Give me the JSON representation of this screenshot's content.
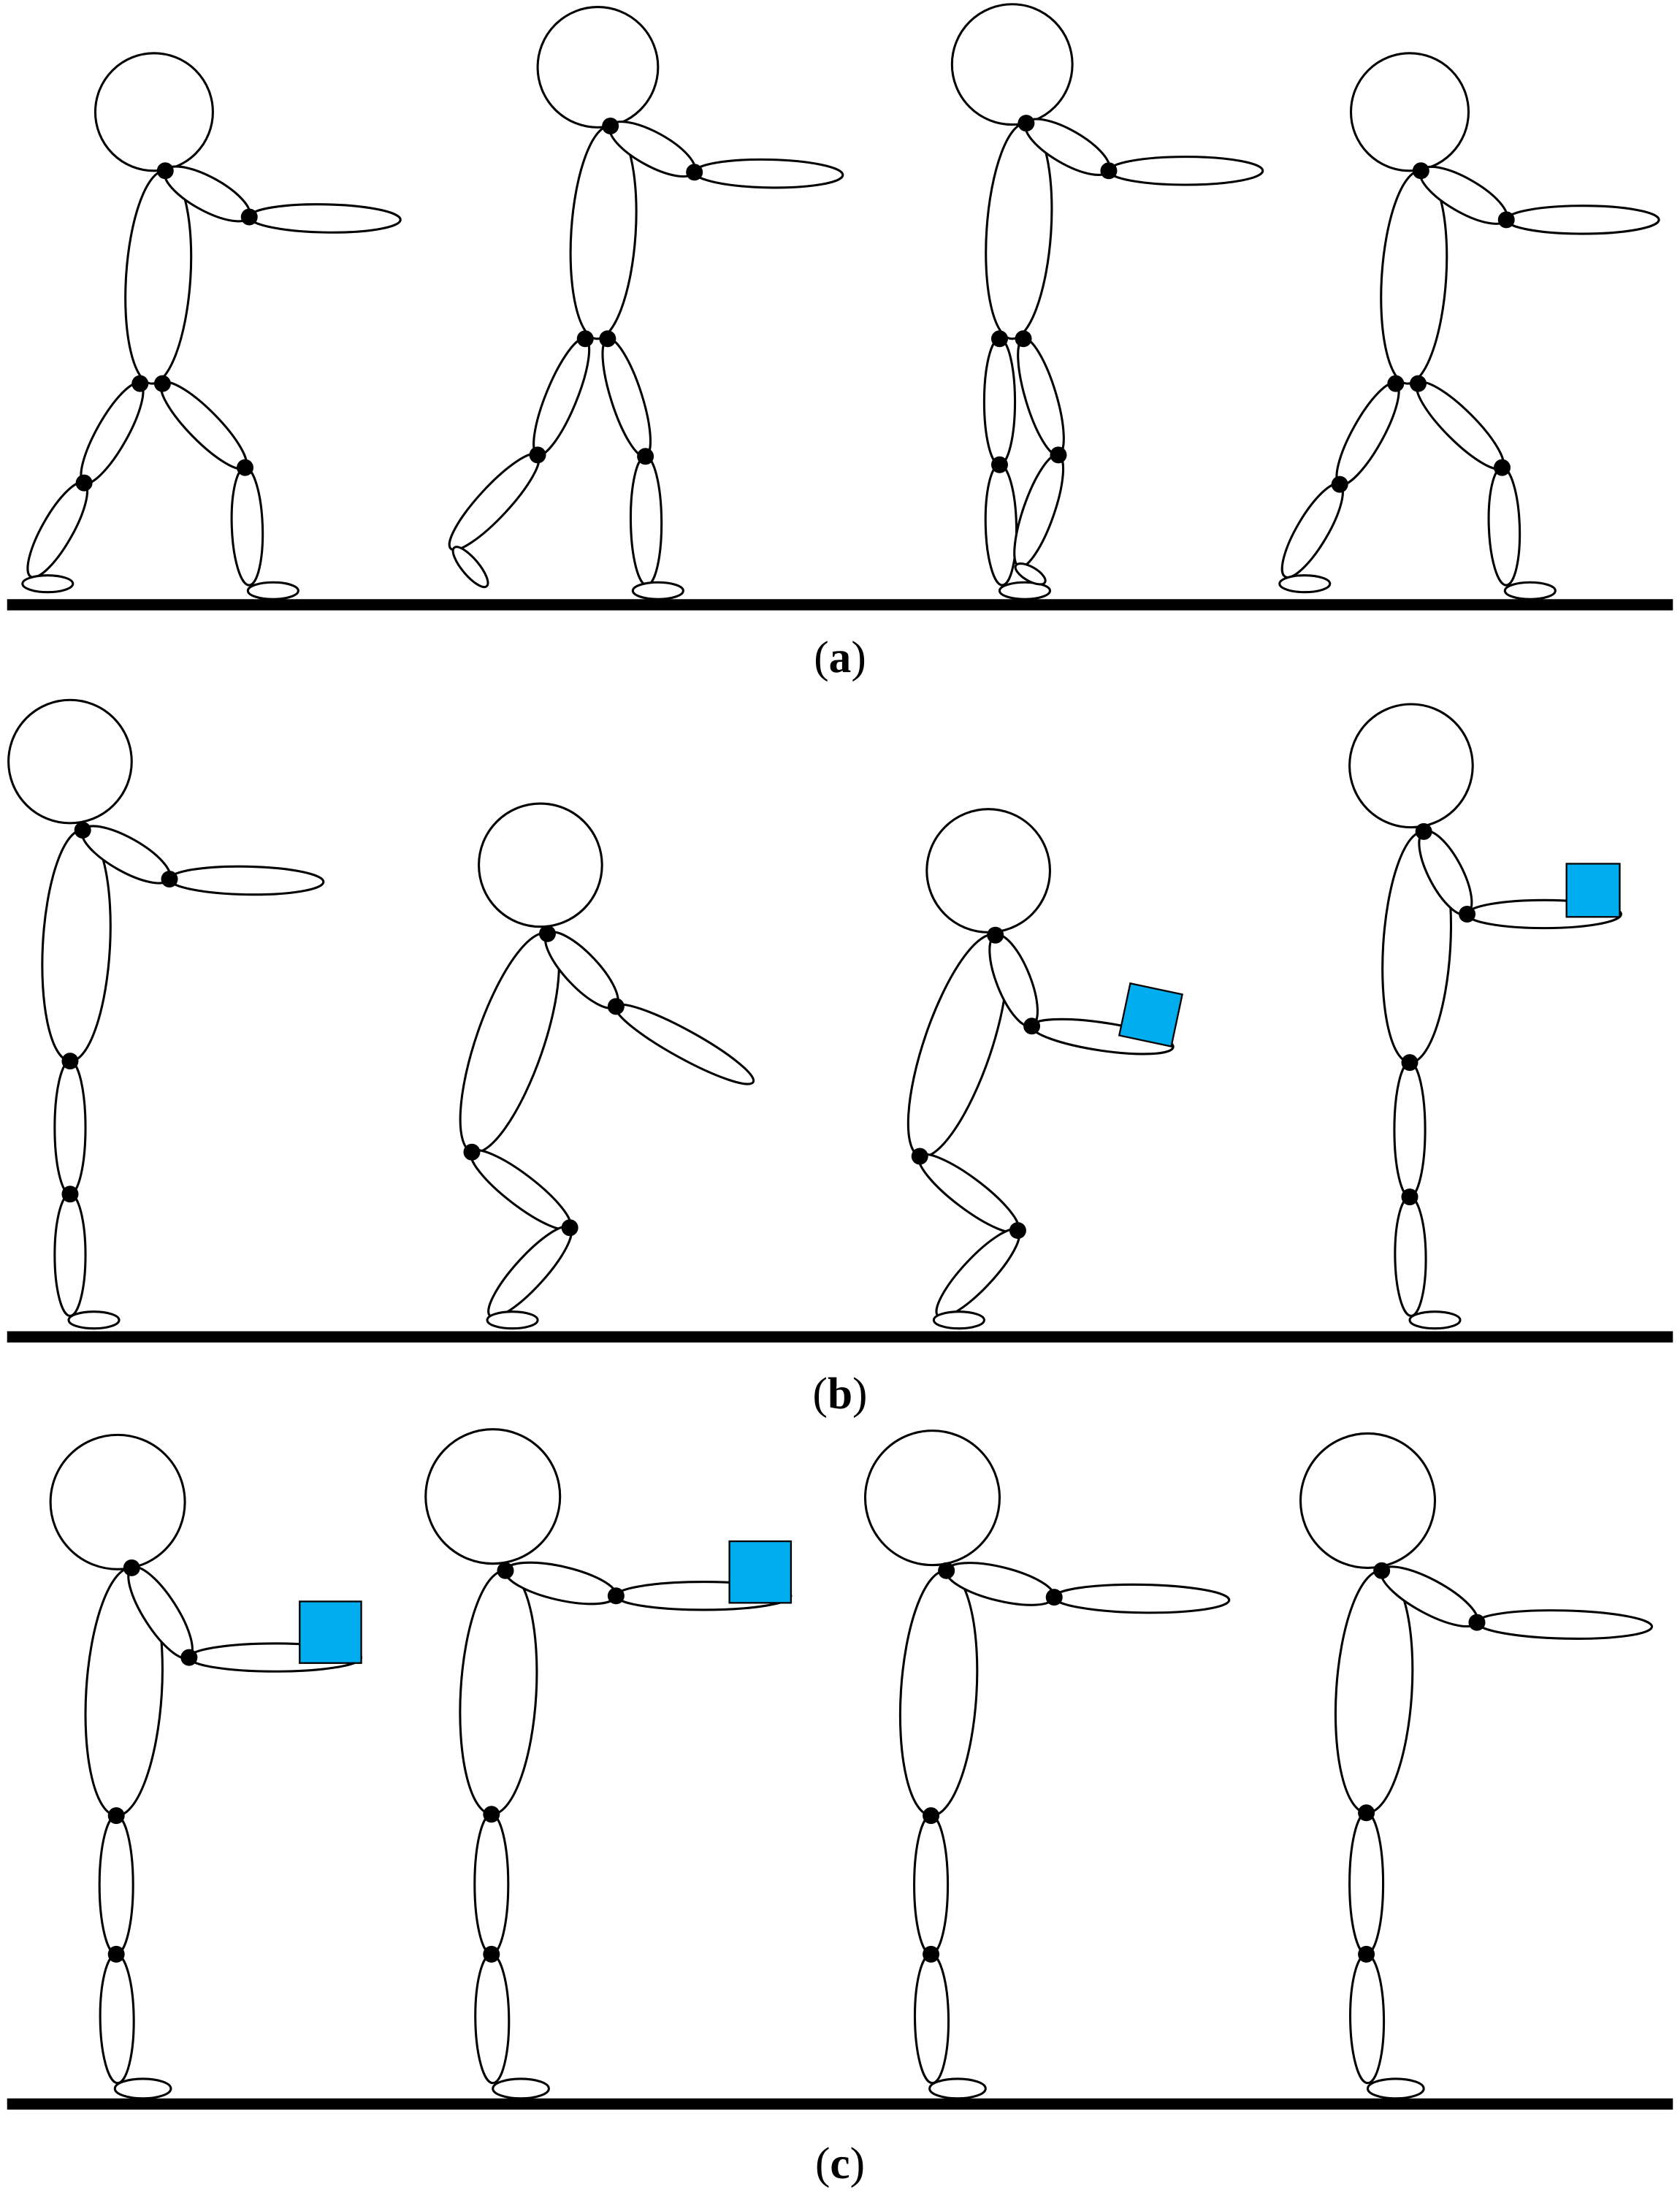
{
  "panels": [
    {
      "id": "a",
      "caption_open": "(",
      "caption_letter": "a",
      "caption_close": ")"
    },
    {
      "id": "b",
      "caption_open": "(",
      "caption_letter": "b",
      "caption_close": ")"
    },
    {
      "id": "c",
      "caption_open": "(",
      "caption_letter": "c",
      "caption_close": ")"
    }
  ],
  "colors": {
    "outline": "#000000",
    "limb_fill": "#ffffff",
    "joint": "#000000",
    "ground": "#000000",
    "box": "#00aeef"
  }
}
